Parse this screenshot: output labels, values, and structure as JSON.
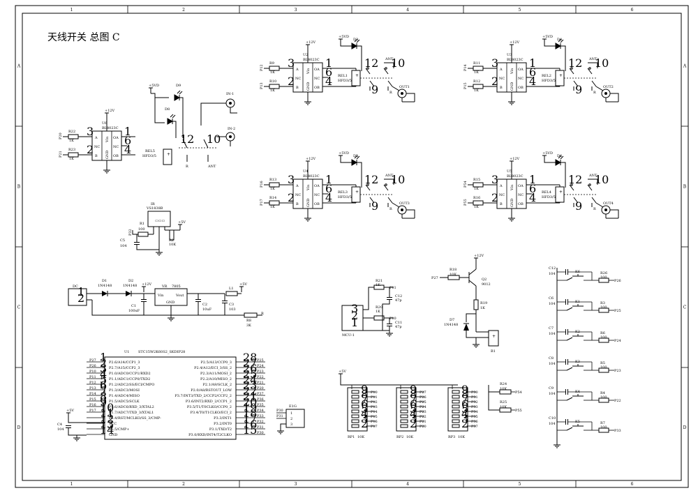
{
  "title": "天线开关 总图 C",
  "frame": {
    "cols": [
      "1",
      "2",
      "3",
      "4",
      "5",
      "6"
    ],
    "rows": [
      "A",
      "B",
      "C",
      "D"
    ]
  },
  "relay_blocks": [
    {
      "id": "u2",
      "chip": "U2",
      "chip_type": "BL8023C",
      "relay": "REL1",
      "relay_type": "HFD3/5",
      "led": "D3",
      "in1": "P12",
      "in2": "P13",
      "r1": "R9",
      "r2": "R10",
      "rv": "1K",
      "vcc": "+12V",
      "out": "OUT1",
      "ant": "ANT",
      "sup": "+5VD"
    },
    {
      "id": "u3",
      "chip": "U3",
      "chip_type": "BL8023C",
      "relay": "REL2",
      "relay_type": "HFD3/5",
      "led": "D4",
      "in1": "P14",
      "in2": "P15",
      "r1": "R11",
      "r2": "R12",
      "rv": "1K",
      "vcc": "+12V",
      "out": "OUT2",
      "ant": "ANT",
      "sup": "+5VD"
    },
    {
      "id": "u4",
      "chip": "U4",
      "chip_type": "BL8023C",
      "relay": "REL3",
      "relay_type": "HFD3/5",
      "led": "D5",
      "in1": "P16",
      "in2": "P17",
      "r1": "R13",
      "r2": "R14",
      "rv": "1K",
      "vcc": "+12V",
      "out": "OUT3",
      "ant": "ANT",
      "sup": "+5VD"
    },
    {
      "id": "u5",
      "chip": "U5",
      "chip_type": "BL8023C",
      "relay": "REL4",
      "relay_type": "HFD3/5",
      "led": "D6",
      "in1": "P54",
      "in2": "P55",
      "r1": "R15",
      "r2": "R16",
      "rv": "1K",
      "vcc": "+12V",
      "out": "OUT4",
      "ant": "ANT",
      "sup": "+5VD"
    }
  ],
  "u6": {
    "chip": "U6",
    "chip_type": "BL8023C",
    "relay": "REL5",
    "relay_type": "HFD3/5",
    "in1": "P20",
    "in2": "P21",
    "r1": "R22",
    "r2": "R23",
    "rv": "1K",
    "vcc": "+12V",
    "led1": "D9",
    "led2": "D8",
    "sup": "+5VD",
    "in_1": "IN-1",
    "in_2": "IN-2",
    "ant": "ANT"
  },
  "chip_pins": {
    "a": "A",
    "b": "B",
    "nc": "NC",
    "vin": "Vin",
    "gnd": "GND",
    "oa": "OA",
    "ob": "OB"
  },
  "ir": {
    "label": "IR",
    "part": "VS1838B",
    "r1": "R1",
    "r1v": "100",
    "r2": "R2",
    "r2v": "10K",
    "c5": "C5",
    "c5v": "104",
    "p32": "P32",
    "vcc": "+5V"
  },
  "power": {
    "dc": "DC",
    "d1": "D1",
    "d1v": "1N4148",
    "d2": "D2",
    "d2v": "1N4148",
    "vr": "VR",
    "vrv": "7805",
    "vin": "Vin",
    "vout": "Vout",
    "gnd": "GND",
    "c1": "C1",
    "c1v": "100uF",
    "c2": "C2",
    "c2v": "10uF",
    "c3": "C3",
    "c3v": "103",
    "l1": "L1",
    "r8": "R8",
    "r8v": "3K",
    "p12v": "+12V",
    "p5v": "+5V",
    "r": "R"
  },
  "mcu_osc": {
    "r21": "R21",
    "r21v": "1K",
    "r20": "R20",
    "r20v": "1K",
    "p11": "P11",
    "p10": "P10",
    "c12": "C12",
    "c12v": "47p",
    "c11": "C11",
    "c11v": "47p",
    "mcu": "MCU-1"
  },
  "buzzer": {
    "p27": "P27",
    "r18": "R18",
    "r18v": "10K",
    "q2": "Q2",
    "q2v": "9012",
    "r19": "R19",
    "r19v": "1K",
    "d7": "D7",
    "d7v": "1N4148",
    "b1": "B1",
    "vcc": "+12V"
  },
  "mcu": {
    "label": "U1",
    "part": "STC15W2K60S2_SKDIP28",
    "left": [
      {
        "port": "P27",
        "num": "1",
        "fn": "P2.6/A14/CCP1_3"
      },
      {
        "port": "P26",
        "num": "2",
        "fn": "P2.7/A15/CCP2_3"
      },
      {
        "port": "P10",
        "num": "3",
        "fn": "P1.0/ADC0/CCP1/RXD2"
      },
      {
        "port": "P11",
        "num": "4",
        "fn": "P1.1/ADC1/CCP0/TXD2"
      },
      {
        "port": "P12",
        "num": "5",
        "fn": "P1.2/ADC2/SS/ECI/CMPO"
      },
      {
        "port": "P13",
        "num": "6",
        "fn": "P1.3/ADC3/MOSI"
      },
      {
        "port": "P14",
        "num": "7",
        "fn": "P1.4/ADC4/MISO"
      },
      {
        "port": "P15",
        "num": "8",
        "fn": "P1.5/ADC5/SCLK"
      },
      {
        "port": "P16",
        "num": "9",
        "fn": "P1.6/ADC6/RXD_3/XTAL2"
      },
      {
        "port": "P17",
        "num": "10",
        "fn": "P1.7/ADC7/TXD_3/XTAL1"
      },
      {
        "port": "",
        "num": "11",
        "fn": "P5.4/RST/MCLKO/SS_3/CMP-"
      },
      {
        "port": "",
        "num": "12",
        "fn": "VCC"
      },
      {
        "port": "",
        "num": "13",
        "fn": "P5.5/CMP+"
      },
      {
        "port": "",
        "num": "14",
        "fn": "GND"
      }
    ],
    "right": [
      {
        "port": "P25",
        "num": "28",
        "fn": "P2.5/A13/CCP0_3"
      },
      {
        "port": "P24",
        "num": "27",
        "fn": "P2.4/A12/ECI_3/SS_2"
      },
      {
        "port": "P23",
        "num": "26",
        "fn": "P2.3/A11/MOSI_2"
      },
      {
        "port": "P22",
        "num": "25",
        "fn": "P2.2/A10/MISO_2"
      },
      {
        "port": "P21",
        "num": "24",
        "fn": "P2.1/A9/SCLK_2"
      },
      {
        "port": "P20",
        "num": "23",
        "fn": "P2.0/A8/RSTOUT_LOW"
      },
      {
        "port": "P37",
        "num": "22",
        "fn": "P3.7/INT3/TXD_2/CCP2/CCP2_2"
      },
      {
        "port": "P36",
        "num": "21",
        "fn": "P3.6/INT2/RXD_2/CCP1_2"
      },
      {
        "port": "P35",
        "num": "20",
        "fn": "P3.5/T1/T0CLKO/CCP0_2"
      },
      {
        "port": "P34",
        "num": "19",
        "fn": "P3.4/T0/T1CLKO/ECI_2"
      },
      {
        "port": "P33",
        "num": "18",
        "fn": "P3.3/INT1"
      },
      {
        "port": "P32",
        "num": "17",
        "fn": "P3.2/INT0"
      },
      {
        "port": "P31",
        "num": "16",
        "fn": "P3.1/TXD/T2"
      },
      {
        "port": "P30",
        "num": "15",
        "fn": "P3.0/RXD/INT4/T2CLKO"
      }
    ],
    "vcc": "+5V",
    "c4": "C4",
    "c4v": "104"
  },
  "e1g": {
    "label": "E1G",
    "p30": "P30",
    "p31": "P31",
    "pins": [
      "1",
      "2",
      "3"
    ]
  },
  "rpacks": [
    {
      "name": "RP1",
      "val": "10K",
      "pins": [
        "P10",
        "P11",
        "P12",
        "P13",
        "P14",
        "P15",
        "P16",
        "P17"
      ]
    },
    {
      "name": "RP2",
      "val": "10K",
      "pins": [
        "P27",
        "P26",
        "P25",
        "P24",
        "P23",
        "P22",
        "P21",
        "P20"
      ]
    },
    {
      "name": "RP3",
      "val": "10K",
      "pins": [
        "P30",
        "P31",
        "P32",
        "P33",
        "P34",
        "P35",
        "P36",
        "P37"
      ]
    }
  ],
  "rp_vcc": "+5V",
  "r24": {
    "name": "R24",
    "val": "10K",
    "port": "P54"
  },
  "r25": {
    "name": "R25",
    "val": "10K",
    "port": "P55"
  },
  "keys": [
    {
      "c": "C12",
      "cv": "104",
      "k": "K6",
      "r": "R26",
      "rv": "100",
      "p": "P26"
    },
    {
      "c": "C6",
      "cv": "104",
      "k": "K1",
      "r": "R3",
      "rv": "100",
      "p": "P25"
    },
    {
      "c": "C7",
      "cv": "104",
      "k": "K2",
      "r": "R6",
      "rv": "100",
      "p": "P24"
    },
    {
      "c": "C8",
      "cv": "104",
      "k": "K3",
      "r": "R5",
      "rv": "100",
      "p": "P23"
    },
    {
      "c": "C9",
      "cv": "104",
      "k": "K4",
      "r": "R4",
      "rv": "100",
      "p": "P22"
    },
    {
      "c": "C10",
      "cv": "104",
      "k": "K5",
      "r": "R7",
      "rv": "100",
      "p": "P33"
    }
  ]
}
